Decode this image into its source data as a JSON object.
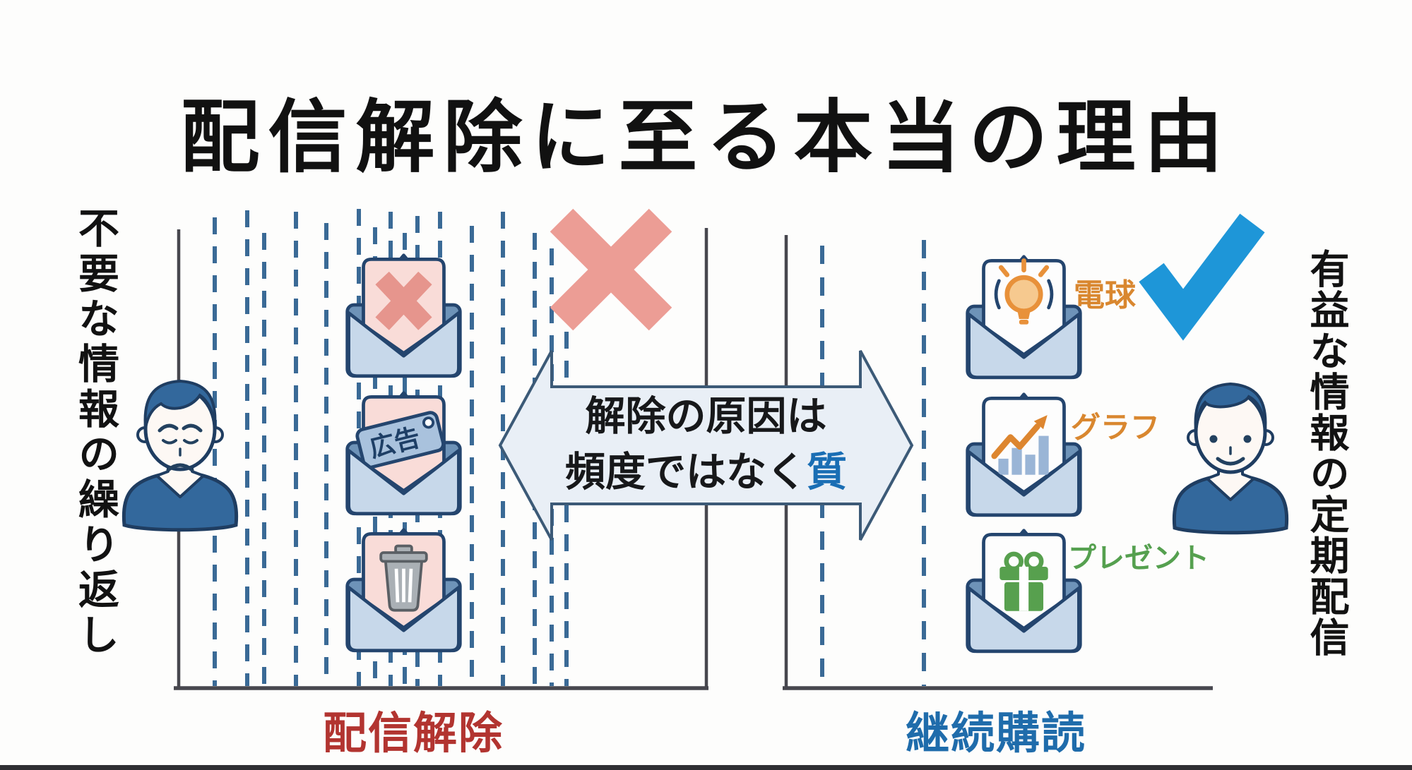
{
  "title": "配信解除に至る本当の理由",
  "center_arrow": {
    "line1": "解除の原因は",
    "line2_prefix": "頻度ではなく",
    "line2_highlight": "質"
  },
  "left_panel": {
    "side_label": "不要な情報の繰り返し",
    "bottom_label": "配信解除",
    "result_icon": "x-mark",
    "envelopes": [
      {
        "icon": "x-mark-icon"
      },
      {
        "icon": "ad-tag-icon",
        "tag_text": "広告"
      },
      {
        "icon": "trash-icon"
      }
    ]
  },
  "right_panel": {
    "side_label": "有益な情報の定期配信",
    "bottom_label": "継続購読",
    "result_icon": "checkmark",
    "envelopes": [
      {
        "icon": "lightbulb-icon",
        "label": "電球"
      },
      {
        "icon": "bar-chart-icon",
        "label": "グラフ"
      },
      {
        "icon": "gift-icon",
        "label": "プレゼント"
      }
    ]
  },
  "colors": {
    "unsubscribe_red": "#b23430",
    "subscribe_blue": "#1f6cab",
    "quality_highlight_blue": "#1a6eb4",
    "check_blue": "#1e96d8",
    "reject_x_pink": "#ec9d95",
    "label_orange": "#d9872f",
    "label_green": "#55a04f",
    "envelope_navy": "#24456e",
    "person_blue": "#33689c"
  }
}
